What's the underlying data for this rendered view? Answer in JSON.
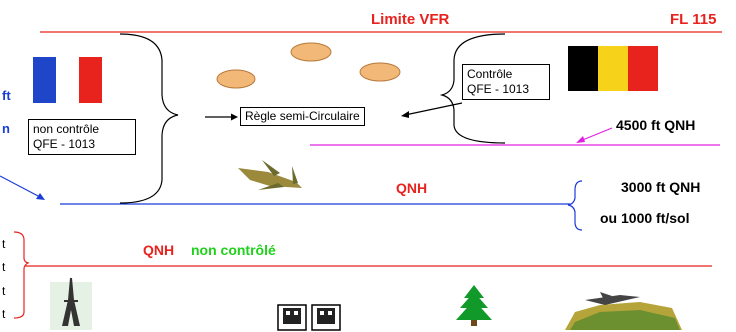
{
  "labels": {
    "limite_vfr": "Limite VFR",
    "fl115": "FL 115",
    "qnh_4500": "4500 ft QNH",
    "qnh_mid": "QNH",
    "qnh_3000": "3000 ft QNH",
    "ou_1000": "ou 1000 ft/sol",
    "qnh_low": "QNH",
    "non_controle": "non contrôlé",
    "left_ft": "ft",
    "left_n": "n",
    "left_t1": "t",
    "left_t2": "t",
    "left_t3": "t",
    "left_t4": "t"
  },
  "boxes": {
    "non_controle_line1": "non contrôle",
    "non_controle_line2": "QFE - 1013",
    "regle": "Règle semi-Circulaire",
    "controle_line1": "Contrôle",
    "controle_line2": "QFE - 1013"
  },
  "colors": {
    "red": "#e8231e",
    "blue": "#1a3cd9",
    "magenta": "#e020e0",
    "green": "#1fd11a",
    "tree": "#119a2a",
    "cloud": "#f1b877"
  },
  "icons": [
    "france-flag-icon",
    "belgium-flag-icon",
    "cloud-icon",
    "aircraft-icon",
    "eiffel-tower-icon",
    "building-icon",
    "tree-icon",
    "landscape-plane-icon"
  ]
}
